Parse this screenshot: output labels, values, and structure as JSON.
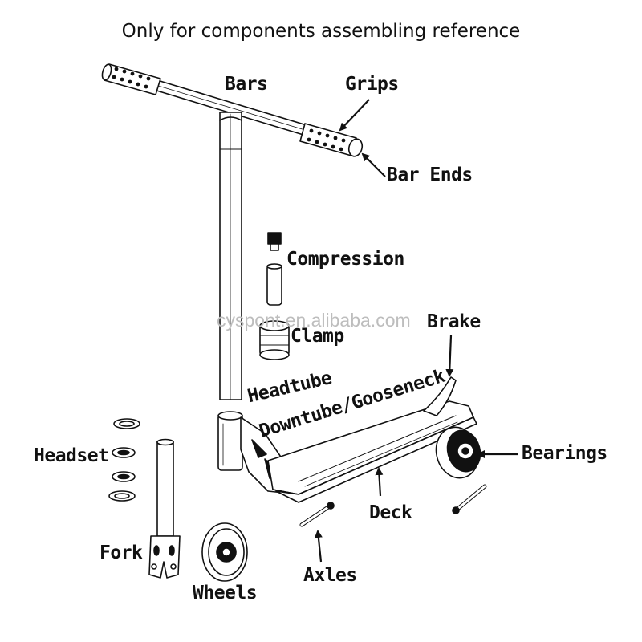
{
  "title": "Only for components assembling reference",
  "watermark": "cyspont.en.alibaba.com",
  "labels": {
    "bars": "Bars",
    "grips": "Grips",
    "bar_ends": "Bar Ends",
    "compression": "Compression",
    "clamp": "Clamp",
    "brake": "Brake",
    "headtube": "Headtube",
    "downtube": "Downtube/Gooseneck",
    "headset": "Headset",
    "bearings": "Bearings",
    "fork": "Fork",
    "deck": "Deck",
    "axles": "Axles",
    "wheels": "Wheels"
  },
  "colors": {
    "line": "#111111",
    "fill": "#ffffff",
    "watermark": "#bdbdbd"
  }
}
